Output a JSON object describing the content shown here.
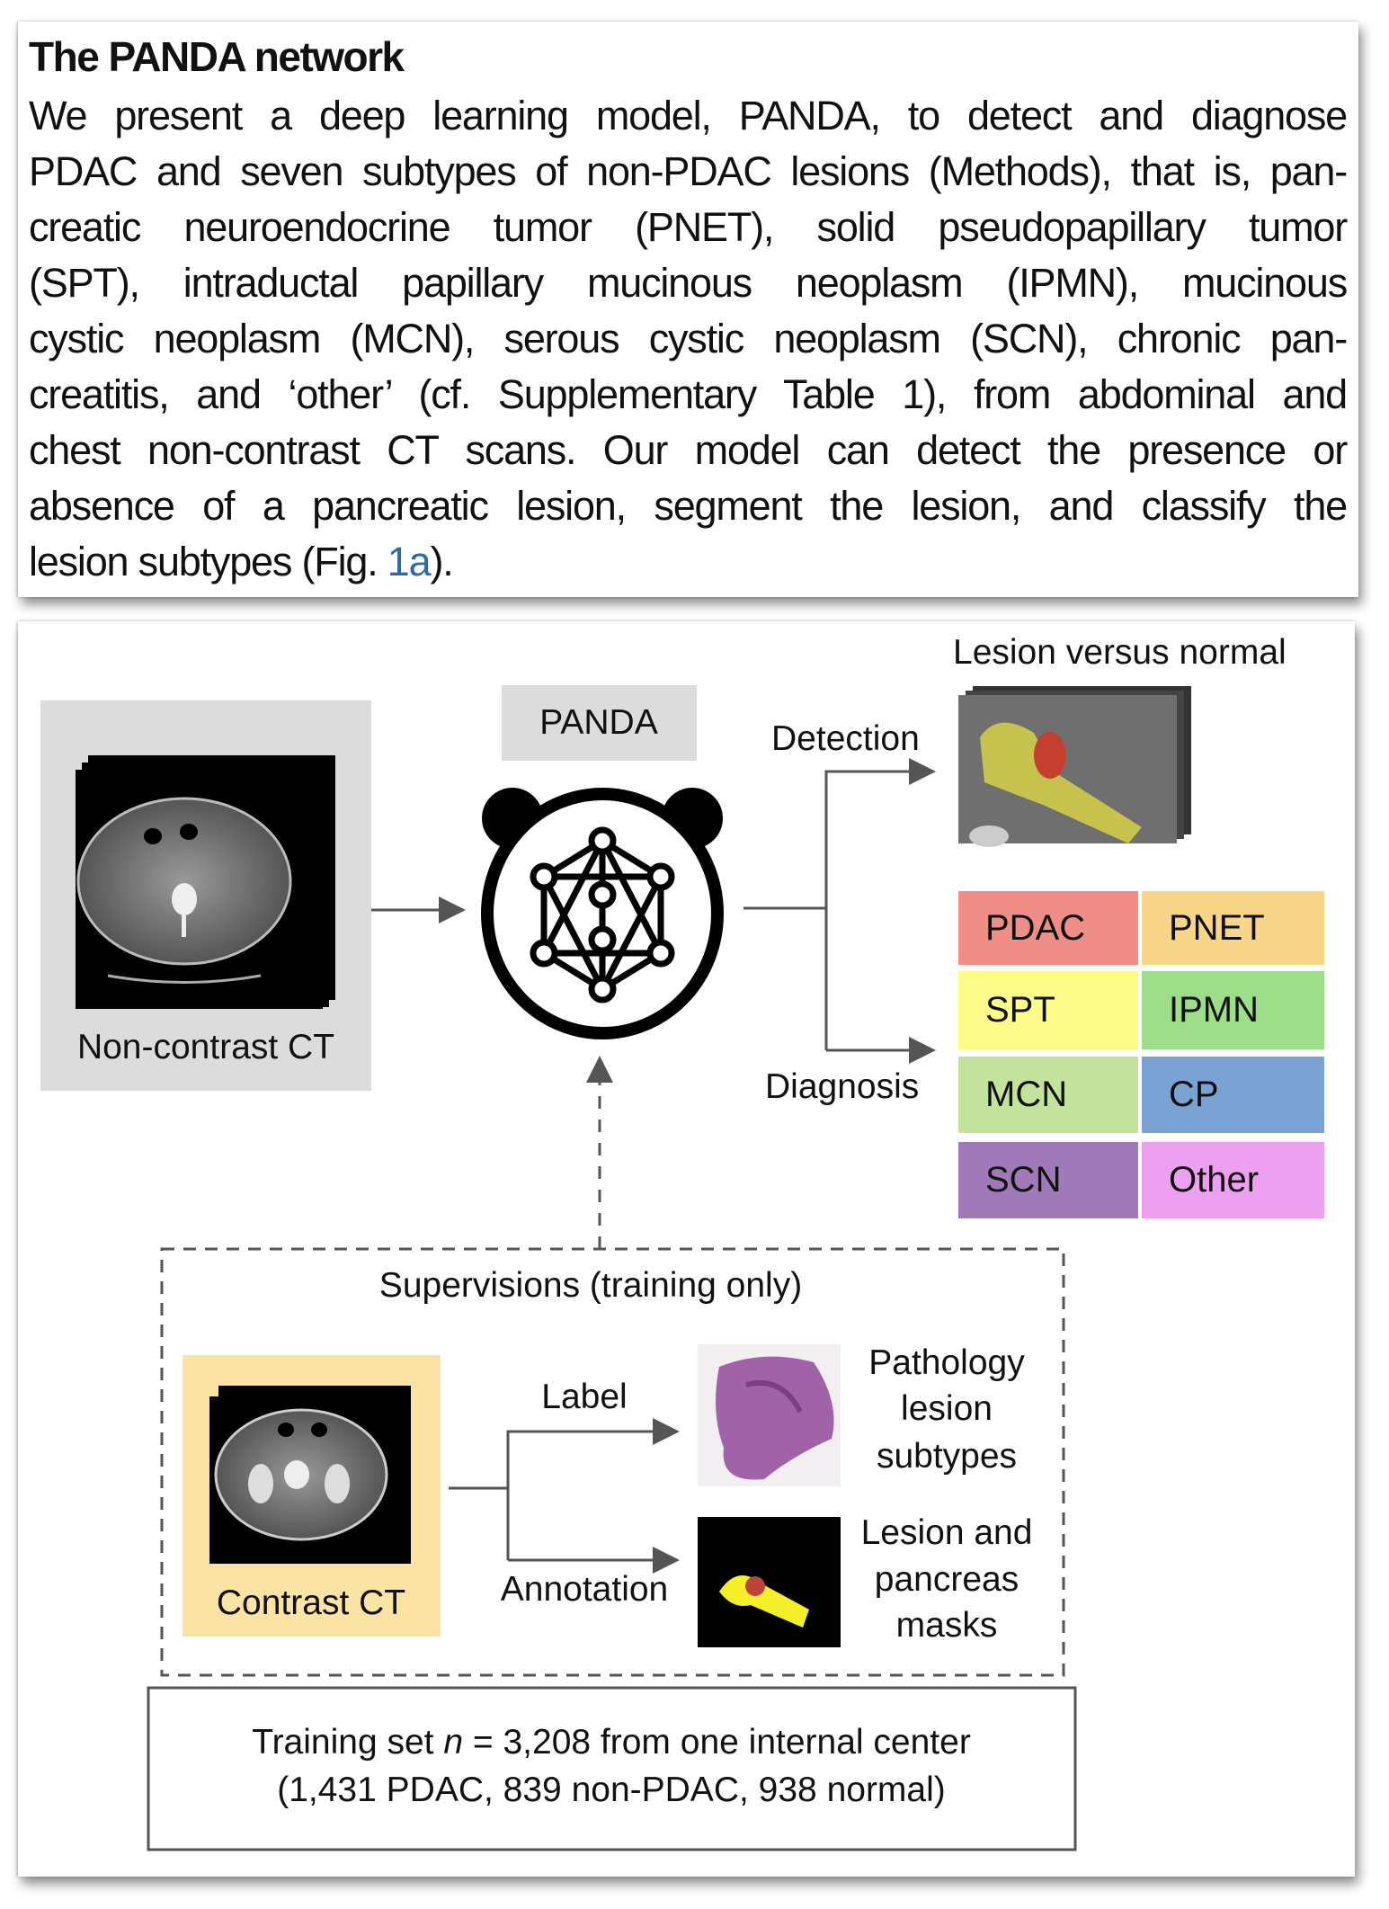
{
  "text": {
    "title": "The PANDA network",
    "lines": [
      "We present a deep learning model, PANDA, to detect and diagnose",
      "PDAC and seven subtypes of non-PDAC lesions (Methods), that is, pan-",
      "creatic neuroendocrine tumor (PNET), solid pseudopapillary tumor",
      "(SPT), intraductal papillary mucinous neoplasm (IPMN), mucinous",
      "cystic neoplasm (MCN), serous cystic neoplasm (SCN), chronic pan-",
      "creatitis, and ‘other’ (cf. Supplementary Table 1), from abdominal and",
      "chest non-contrast CT scans. Our model can detect the presence or",
      "absence of a pancreatic lesion, segment the lesion, and classify the"
    ],
    "last_line_prefix": "lesion subtypes (Fig. ",
    "last_line_link": "1a",
    "last_line_suffix": ").",
    "link_color": "#2f6aa8"
  },
  "figure": {
    "input_label": "Non-contrast CT",
    "model_label": "PANDA",
    "model_icon": "panda-neural-network-icon",
    "detection_label": "Detection",
    "detection_output": "Lesion versus normal",
    "diagnosis_label": "Diagnosis",
    "classes": [
      {
        "name": "PDAC",
        "color": "#ef8e87"
      },
      {
        "name": "PNET",
        "color": "#f7d68a"
      },
      {
        "name": "SPT",
        "color": "#fdfb8a"
      },
      {
        "name": "IPMN",
        "color": "#9ede8a"
      },
      {
        "name": "MCN",
        "color": "#c3e29b"
      },
      {
        "name": "CP",
        "color": "#7aa3d3"
      },
      {
        "name": "SCN",
        "color": "#a07ab8"
      },
      {
        "name": "Other",
        "color": "#eea0f0"
      }
    ],
    "supervision": {
      "title": "Supervisions (training only)",
      "source_label": "Contrast CT",
      "label_arrow": "Label",
      "annotation_arrow": "Annotation",
      "pathology_lines": [
        "Pathology",
        "lesion",
        "subtypes"
      ],
      "mask_lines": [
        "Lesion and",
        "pancreas",
        "masks"
      ]
    },
    "training": {
      "line1_prefix": "Training set ",
      "line1_var": "n",
      "line1_suffix": " = 3,208 from one internal center",
      "line2": "(1,431 PDAC, 839 non-PDAC, 938 normal)"
    }
  }
}
